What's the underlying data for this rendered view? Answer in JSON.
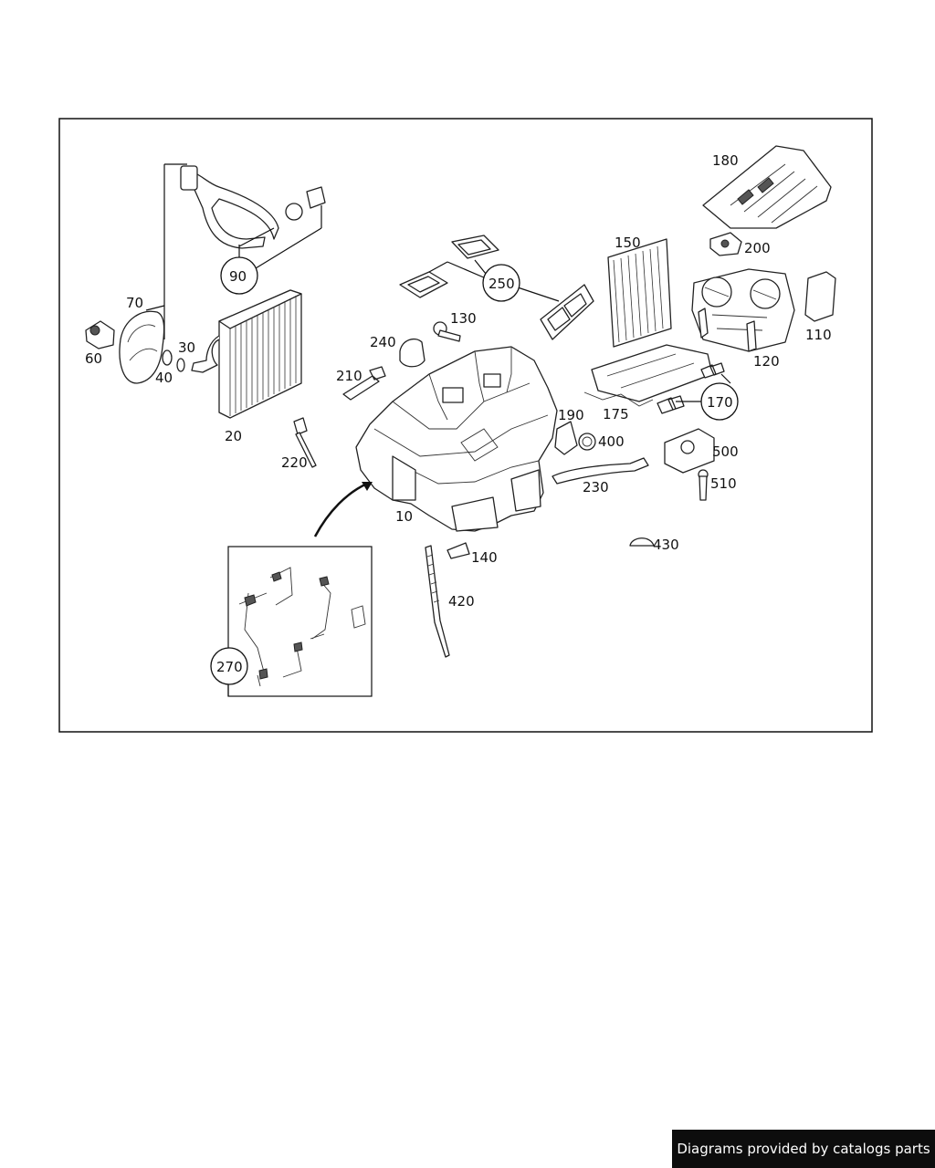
{
  "diagram": {
    "callouts": {
      "c10": "10",
      "c20": "20",
      "c30": "30",
      "c40": "40",
      "c60": "60",
      "c70": "70",
      "c90": "90",
      "c110": "110",
      "c120": "120",
      "c130": "130",
      "c140": "140",
      "c150": "150",
      "c170": "170",
      "c175": "175",
      "c180": "180",
      "c190": "190",
      "c200": "200",
      "c210": "210",
      "c220": "220",
      "c230": "230",
      "c240": "240",
      "c250": "250",
      "c270": "270",
      "c400": "400",
      "c420": "420",
      "c430": "430",
      "c500": "500",
      "c510": "510"
    }
  },
  "footer": {
    "text": "Diagrams provided by catalogs parts"
  }
}
